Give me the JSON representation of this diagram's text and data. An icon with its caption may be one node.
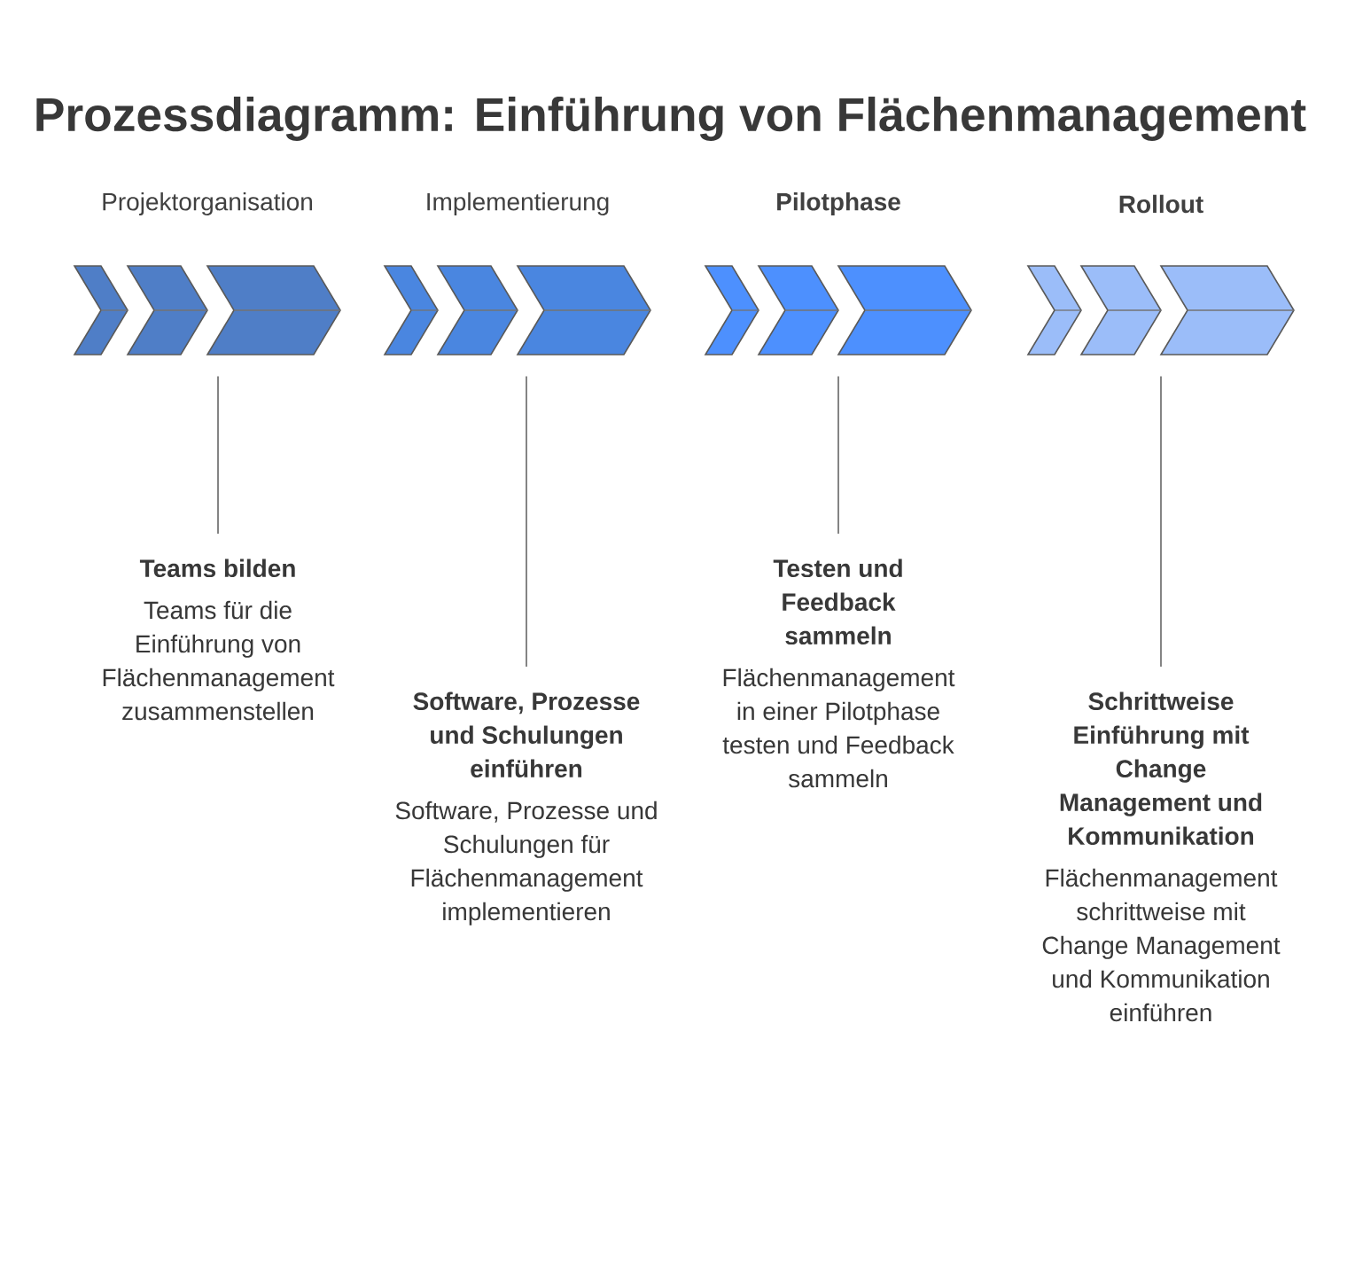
{
  "diagram": {
    "title": "Prozessdiagramm: Einführung von Flächenmanagement",
    "nodes": [
      {
        "text": [
          "Projektorganisation"
        ]
      },
      {
        "text": [
          "Implementierung"
        ]
      },
      {
        "text": [
          "Pilotphase"
        ]
      },
      {
        "text": [
          "Rollout"
        ]
      },
      {
        "text": [
          "Teams bilden",
          "Teams für die Einführung von Flächenmanagement zusammenstellen"
        ]
      },
      {
        "text": [
          "Software, Prozesse und Schulungen einführen",
          "Software, Prozesse und Schulungen für Flächenmanagement implementieren"
        ]
      },
      {
        "text": [
          "Testen und Feedback sammeln",
          "Flächenmanagement in einer Pilotphase testen und Feedback sammeln"
        ]
      },
      {
        "text": [
          "Schrittweise Einführung mit Change Management und Kommunikation",
          "Flächenmanagement schrittweise mit Change Management und Kommunikation einführen"
        ]
      }
    ],
    "edges": [
      {
        "from": 0,
        "to": 4,
        "arrow": "none"
      },
      {
        "from": 1,
        "to": 5,
        "arrow": "none"
      },
      {
        "from": 2,
        "to": 6,
        "arrow": "none"
      },
      {
        "from": 3,
        "to": 7,
        "arrow": "none"
      }
    ]
  }
}
